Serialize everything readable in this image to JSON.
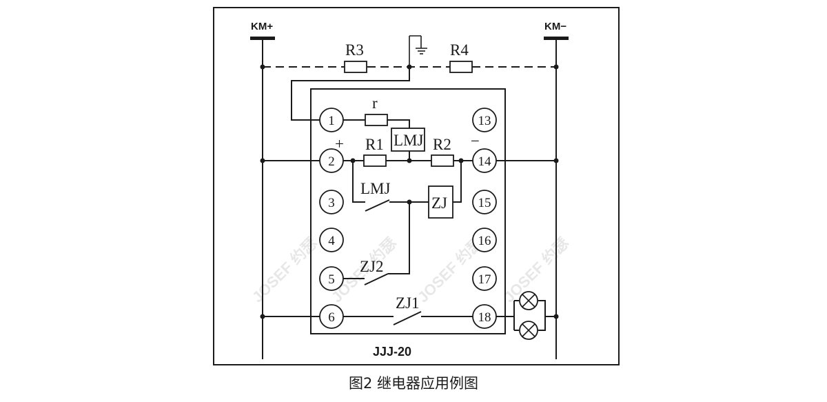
{
  "buses": {
    "positive": "KM+",
    "negative": "KM−"
  },
  "resistors": {
    "r3": "R3",
    "r4": "R4",
    "r": "r",
    "r1": "R1",
    "r2": "R2"
  },
  "relays": {
    "lmj_coil": "LMJ",
    "zj_coil": "ZJ"
  },
  "contacts": {
    "lmj": "LMJ",
    "zj2": "ZJ2",
    "zj1": "ZJ1"
  },
  "polarity": {
    "plus": "+",
    "minus": "−"
  },
  "terminals": {
    "t1": "1",
    "t2": "2",
    "t3": "3",
    "t4": "4",
    "t5": "5",
    "t6": "6",
    "t13": "13",
    "t14": "14",
    "t15": "15",
    "t16": "16",
    "t17": "17",
    "t18": "18"
  },
  "model": "JJJ-20",
  "watermark": "JOSEF 约瑟",
  "caption": "图2  继电器应用例图"
}
